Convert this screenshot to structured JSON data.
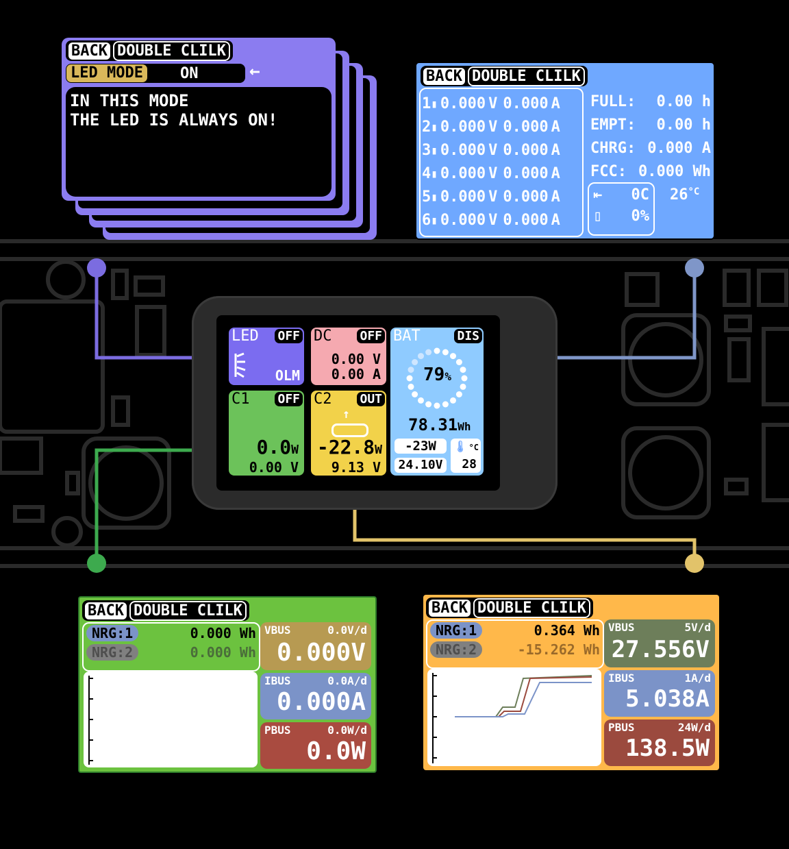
{
  "led_panel": {
    "back": "BACK",
    "double_click": "DOUBLE CLILK",
    "mode_label": "LED MODE",
    "mode_value": "ON",
    "arrow": "←",
    "desc_line1": "IN THIS MODE",
    "desc_line2": "THE LED IS ALWAYS ON!",
    "color": "#8B7CF0"
  },
  "bat_panel": {
    "back": "BACK",
    "double_click": "DOUBLE CLILK",
    "color": "#6FA8FF",
    "cells": [
      {
        "idx": "1",
        "volt": "0.000",
        "amp": "0.000"
      },
      {
        "idx": "2",
        "volt": "0.000",
        "amp": "0.000"
      },
      {
        "idx": "3",
        "volt": "0.000",
        "amp": "0.000"
      },
      {
        "idx": "4",
        "volt": "0.000",
        "amp": "0.000"
      },
      {
        "idx": "5",
        "volt": "0.000",
        "amp": "0.000"
      },
      {
        "idx": "6",
        "volt": "0.000",
        "amp": "0.000"
      }
    ],
    "v_unit": "V",
    "a_unit": "A",
    "full_label": "FULL:",
    "full_value": "0.00",
    "full_unit": "h",
    "empt_label": "EMPT:",
    "empt_value": "0.00",
    "empt_unit": "h",
    "chrg_label": "CHRG:",
    "chrg_value": "0.000",
    "chrg_unit": "A",
    "fcc_label": "FCC:",
    "fcc_value": "0.000",
    "fcc_unit": "Wh",
    "cycle_value": "0C",
    "health_value": "0%",
    "temp_value": "26",
    "temp_unit": "°C"
  },
  "device": {
    "led": {
      "label": "LED",
      "state": "OFF",
      "mode": "OLM",
      "color": "#7B6CF0"
    },
    "dc": {
      "label": "DC",
      "state": "OFF",
      "volt": "0.00 V",
      "amp": "0.00 A",
      "color": "#F5A9B0"
    },
    "bat": {
      "label": "BAT",
      "state": "DIS",
      "percent": "79",
      "percent_unit": "%",
      "energy": "78.31",
      "energy_unit": "Wh",
      "power": "-23W",
      "voltage": "24.10V",
      "temp_unit": "°C",
      "temp_value": "28",
      "color": "#8FCBFF"
    },
    "c1": {
      "label": "C1",
      "state": "OFF",
      "power": "0.0",
      "power_unit": "W",
      "volt": "0.00 V",
      "color": "#6CC25A"
    },
    "c2": {
      "label": "C2",
      "state": "OUT",
      "power": "-22.8",
      "power_unit": "W",
      "volt": "9.13 V",
      "color": "#F2D24A"
    }
  },
  "c1_panel": {
    "back": "BACK",
    "double_click": "DOUBLE CLILK",
    "color": "#6CC23F",
    "nrg1_label": "NRG:1",
    "nrg1_value": "0.000",
    "nrg1_unit": "Wh",
    "nrg2_label": "NRG:2",
    "nrg2_value": "0.000",
    "nrg2_unit": "Wh",
    "vbus_label": "VBUS",
    "vbus_scale": "0.0V/d",
    "vbus_value": "0.000V",
    "ibus_label": "IBUS",
    "ibus_scale": "0.0A/d",
    "ibus_value": "0.000A",
    "pbus_label": "PBUS",
    "pbus_scale": "0.0W/d",
    "pbus_value": "0.0W"
  },
  "c2_panel": {
    "back": "BACK",
    "double_click": "DOUBLE CLILK",
    "color": "#FFB84A",
    "nrg1_label": "NRG:1",
    "nrg1_value": "0.364",
    "nrg1_unit": "Wh",
    "nrg2_label": "NRG:2",
    "nrg2_value": "-15.262",
    "nrg2_unit": "Wh",
    "vbus_label": "VBUS",
    "vbus_scale": "5V/d",
    "vbus_value": "27.556V",
    "ibus_label": "IBUS",
    "ibus_scale": "1A/d",
    "ibus_value": "5.038A",
    "pbus_label": "PBUS",
    "pbus_scale": "24W/d",
    "pbus_value": "138.5W",
    "graph_colors": [
      "#6D7E5A",
      "#9B4A3E",
      "#7B93C8"
    ]
  }
}
